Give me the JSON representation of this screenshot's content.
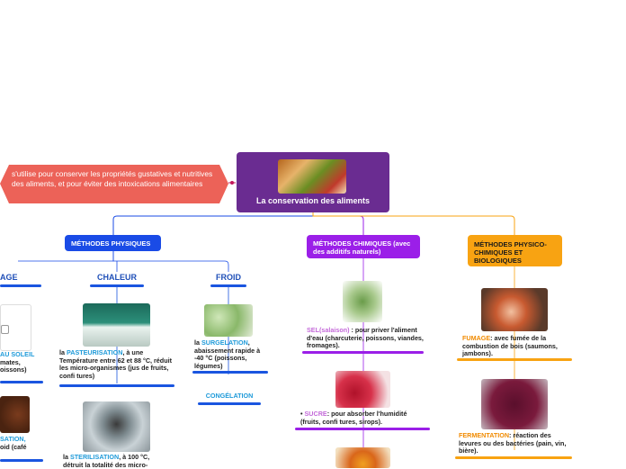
{
  "root": {
    "title": "La conservation des aliments"
  },
  "note": {
    "text": "s'utilise pour conserver les propriétés gustatives et nutritives des aliments, et pour éviter des intoxications alimentaires"
  },
  "categories": {
    "physical": "MÉTHODES PHYSIQUES",
    "chemical": "MÉTHODES CHIMIQUES (avec des additifs naturels)",
    "physchem": "MÉTHODES PHYSICO-CHIMIQUES ET BIOLOGIQUES"
  },
  "physical": {
    "partial_left": "AGE",
    "chaleur": "CHALEUR",
    "froid": "FROID",
    "soleil": {
      "kw": "AU SOLEIL",
      "l1": "mates,",
      "l2": "oissons)"
    },
    "dessication": {
      "kw": "SATION,",
      "l1": "oid (café"
    },
    "pasteurisation": {
      "pre": "la ",
      "kw": "PASTEURISATION",
      "rest": ", à une Température entre 62 et 88 °C, réduit les micro-organismes (jus de fruits, confi tures)"
    },
    "sterilisation": {
      "pre": "la ",
      "kw": "STERILISATION",
      "rest": ", à 100 °C, détruit la totalité des micro-"
    },
    "surgelation": {
      "pre": "la ",
      "kw": "SURGELATION",
      "rest": ", abaissement rapide à -40 °C (poissons, légumes)"
    },
    "congelation": "CONGÉLATION"
  },
  "chemical": {
    "sel": {
      "kw": "SEL(salaison)",
      "rest": " : pour priver l'aliment d'eau (charcuterie, poissons, viandes, fromages)."
    },
    "sucre": {
      "pre": "• ",
      "kw": "SUCRE",
      "rest": ": pour absorber l'humidité (fruits, confi tures, sirops)."
    }
  },
  "physchem": {
    "fumage": {
      "kw": "FUMAGE",
      "rest": ": avec fumée de la combustion de bois (saumons, jambons)."
    },
    "fermentation": {
      "kw": "FERMENTATION",
      "rest": ": réaction des levures ou des bactéries (pain, vin, bière)."
    }
  },
  "colors": {
    "root": "#6a2c91",
    "physical": "#1a4be6",
    "chemical": "#9b1fe8",
    "physchem": "#f8a312",
    "note": "#ec6258"
  }
}
